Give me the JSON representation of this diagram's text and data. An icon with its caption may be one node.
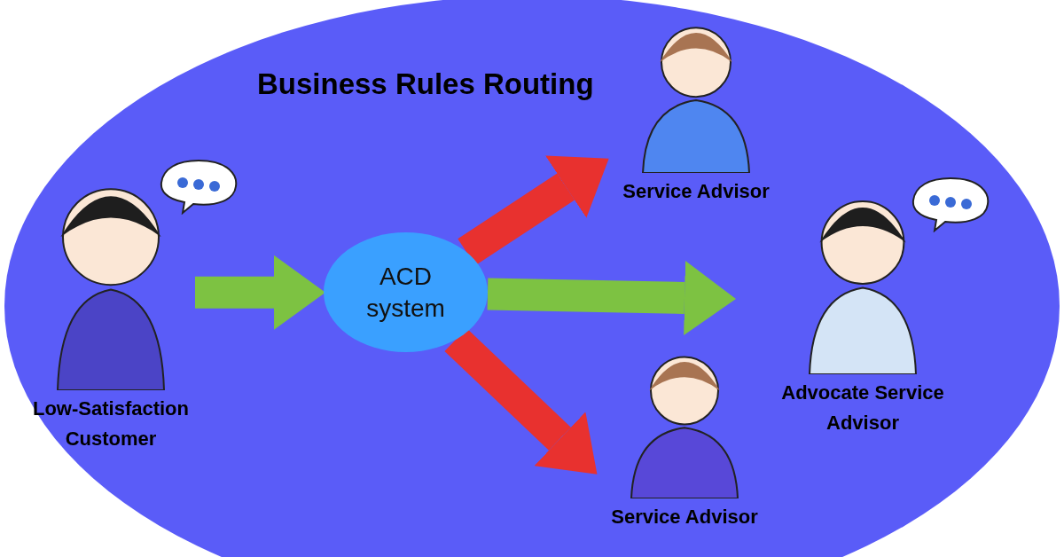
{
  "diagram": {
    "title": "Business Rules Routing",
    "nodes": [
      {
        "text": [
          "Low-Satisfaction Customer"
        ]
      },
      {
        "text": [
          "ACD system"
        ]
      },
      {
        "text": [
          "Service Advisor"
        ]
      },
      {
        "text": [
          "Advocate Service Advisor"
        ]
      },
      {
        "text": [
          "Service Advisor"
        ]
      }
    ],
    "edges": [
      {
        "from": 0,
        "to": 1,
        "arrow": "to",
        "color": "#7dc242"
      },
      {
        "from": 1,
        "to": 2,
        "arrow": "to",
        "color": "#e8312f"
      },
      {
        "from": 1,
        "to": 3,
        "arrow": "to",
        "color": "#7dc242"
      },
      {
        "from": 1,
        "to": 4,
        "arrow": "to",
        "color": "#e8312f"
      }
    ]
  }
}
